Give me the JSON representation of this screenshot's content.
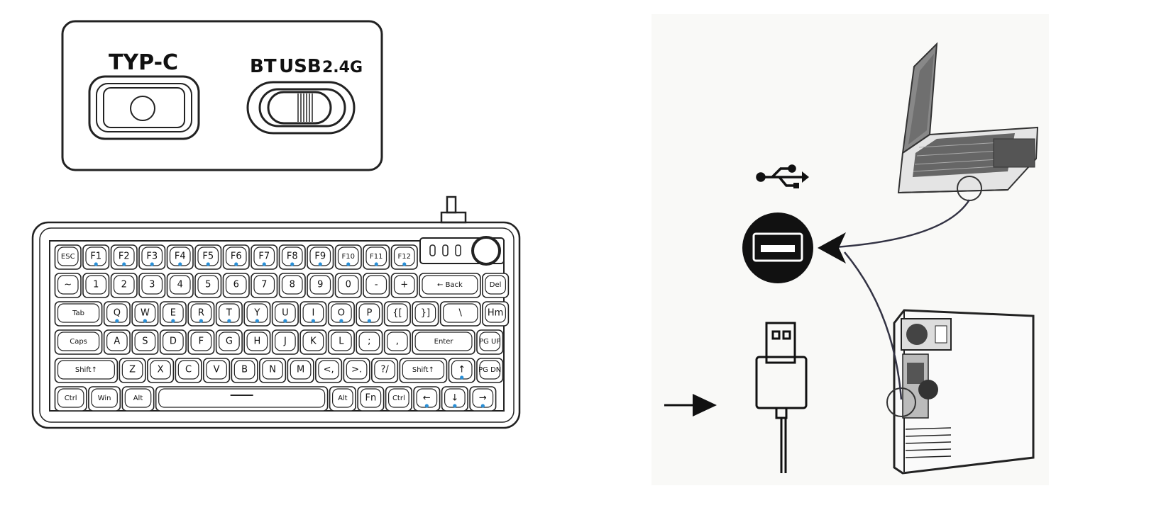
{
  "switch_panel": {
    "port_label": "TYP-C",
    "mode_labels": [
      "BT",
      "USB",
      "2.4G"
    ]
  },
  "keyboard": {
    "accent_color": "#2a8fd6",
    "rows": [
      [
        "ESC",
        "F1",
        "F2",
        "F3",
        "F4",
        "F5",
        "F6",
        "F7",
        "F8",
        "F9",
        "F10",
        "F11",
        "F12"
      ],
      [
        "~",
        "1",
        "2",
        "3",
        "4",
        "5",
        "6",
        "7",
        "8",
        "9",
        "0",
        "-",
        "+",
        "← Back",
        "Del"
      ],
      [
        "Tab",
        "Q",
        "W",
        "E",
        "R",
        "T",
        "Y",
        "U",
        "I",
        "O",
        "P",
        "{[",
        "}]",
        "\\",
        "Hm"
      ],
      [
        "Caps",
        "A",
        "S",
        "D",
        "F",
        "G",
        "H",
        "J",
        "K",
        "L",
        ";",
        ",",
        "Enter",
        "PG UP"
      ],
      [
        "Shift↑",
        "Z",
        "X",
        "C",
        "V",
        "B",
        "N",
        "M",
        "<,",
        ">.",
        "?/",
        "Shift↑",
        "↑",
        "PG DN"
      ],
      [
        "Ctrl",
        "Win",
        "Alt",
        "",
        "Alt",
        "Fn",
        "Ctrl",
        "←",
        "↓",
        "→"
      ]
    ]
  },
  "icons": {
    "usb_symbol": "usb-icon",
    "usb_port": "usb-port-icon",
    "laptop": "laptop-icon",
    "desktop": "desktop-tower-icon",
    "cable": "usb-cable-icon",
    "arrow": "arrow-right-icon"
  }
}
